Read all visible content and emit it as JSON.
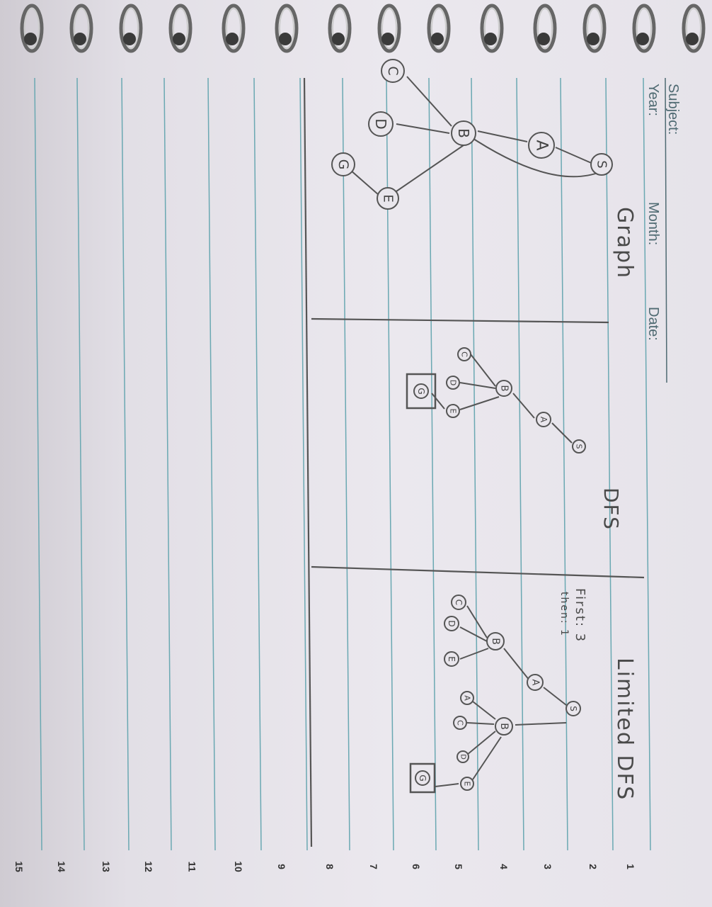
{
  "header": {
    "subject_label": "Subject:",
    "year_label": "Year:",
    "month_label": "Month:",
    "date_label": "Date:"
  },
  "line_numbers": [
    "1",
    "2",
    "3",
    "4",
    "5",
    "6",
    "7",
    "8",
    "9",
    "10",
    "11",
    "12",
    "13",
    "14",
    "15"
  ],
  "sections": {
    "graph_title": "Graph",
    "dfs_title": "DFS",
    "limited_title": "Limited DFS",
    "limited_note1": "First: 3",
    "limited_note2": "then: 1"
  },
  "node_labels": {
    "S": "S",
    "A": "A",
    "B": "B",
    "C": "C",
    "D": "D",
    "E": "E",
    "G": "G"
  },
  "colors": {
    "paper": "#e8e5ec",
    "rule": "#5aa3ad",
    "pencil": "#555555"
  }
}
